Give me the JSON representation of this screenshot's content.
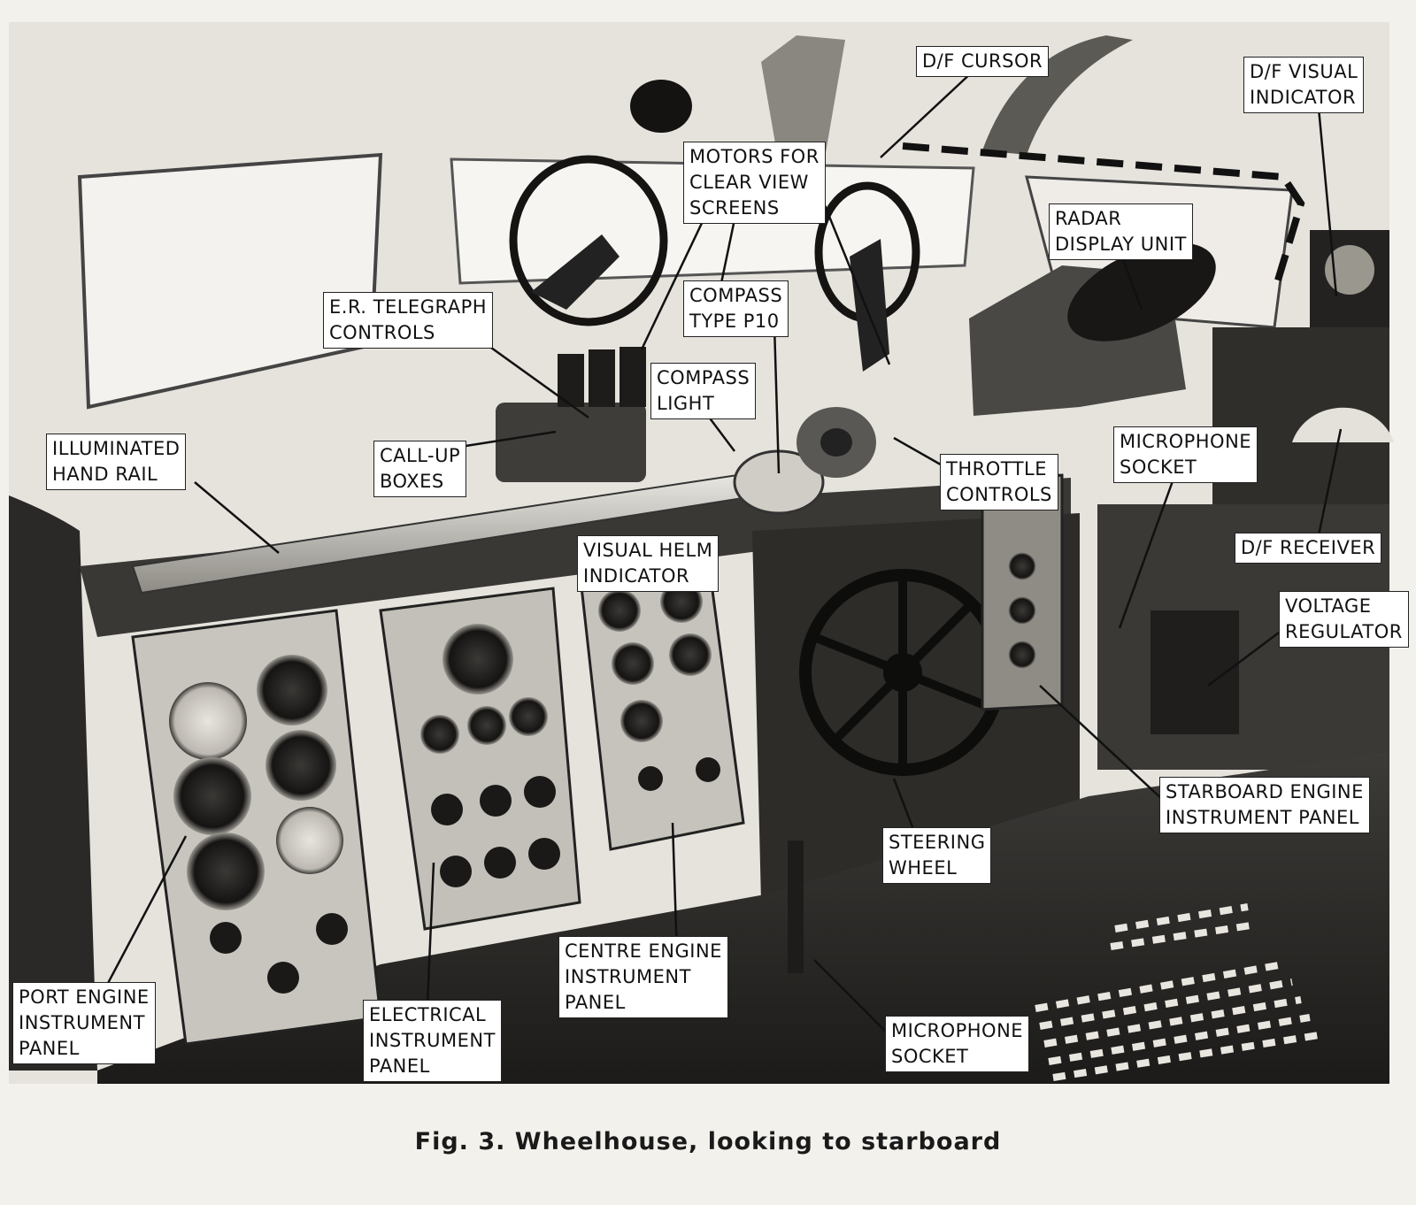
{
  "labels": {
    "df_cursor": "D/F CURSOR",
    "df_visual_indicator": "D/F VISUAL\nINDICATOR",
    "motors_clear_view": "MOTORS FOR\nCLEAR VIEW\nSCREENS",
    "radar_display_unit": "RADAR\nDISPLAY UNIT",
    "er_telegraph_controls": "E.R. TELEGRAPH\nCONTROLS",
    "compass_type_p10": "COMPASS\nTYPE P10",
    "compass_light": "COMPASS\nLIGHT",
    "illuminated_hand_rail": "ILLUMINATED\nHAND RAIL",
    "call_up_boxes": "CALL-UP\nBOXES",
    "throttle_controls": "THROTTLE\nCONTROLS",
    "microphone_socket_upper": "MICROPHONE\nSOCKET",
    "df_receiver": "D/F RECEIVER",
    "visual_helm_indicator": "VISUAL HELM\nINDICATOR",
    "voltage_regulator": "VOLTAGE\nREGULATOR",
    "starboard_engine_panel": "STARBOARD ENGINE\nINSTRUMENT PANEL",
    "steering_wheel": "STEERING\nWHEEL",
    "port_engine_panel": "PORT ENGINE\nINSTRUMENT\nPANEL",
    "electrical_panel": "ELECTRICAL\nINSTRUMENT\nPANEL",
    "centre_engine_panel": "CENTRE ENGINE\nINSTRUMENT\nPANEL",
    "microphone_socket_lower": "MICROPHONE\nSOCKET"
  },
  "caption": "Fig. 3.  Wheelhouse, looking to starboard",
  "colors": {
    "ink": "#111111",
    "paper": "#f3f1ec",
    "photo_dark": "#2b2a28",
    "photo_mid": "#6e6c68",
    "photo_light": "#d9d6d0"
  }
}
